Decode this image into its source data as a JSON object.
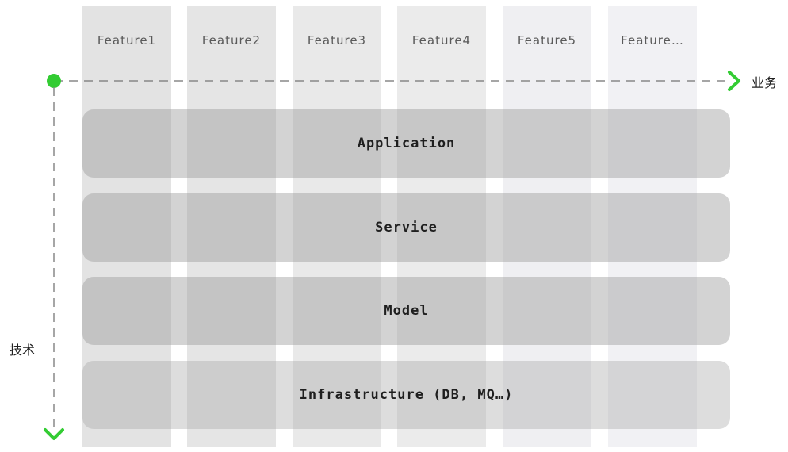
{
  "features": [
    {
      "label": "Feature1",
      "color": "#e3e3e3"
    },
    {
      "label": "Feature2",
      "color": "#e5e5e5"
    },
    {
      "label": "Feature3",
      "color": "#e9e9e9"
    },
    {
      "label": "Feature4",
      "color": "#ebebeb"
    },
    {
      "label": "Feature5",
      "color": "#efeff2"
    },
    {
      "label": "Feature…",
      "color": "#f1f1f4"
    }
  ],
  "layers": [
    {
      "label": "Application"
    },
    {
      "label": "Service"
    },
    {
      "label": "Model"
    },
    {
      "label": "Infrastructure (DB, MQ…)"
    }
  ],
  "axes": {
    "horizontal_label": "业务",
    "vertical_label": "技术",
    "accent_color": "#33cc33"
  }
}
